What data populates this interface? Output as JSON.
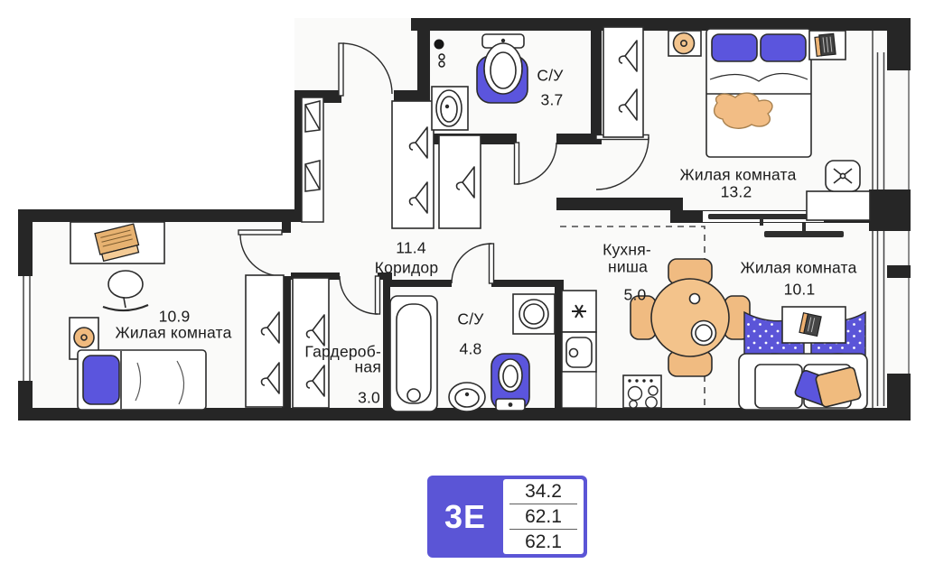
{
  "rooms": {
    "bedroom": {
      "name": "Жилая комната",
      "area": "13.2"
    },
    "living_right": {
      "name": "Жилая комната",
      "area": "10.1"
    },
    "room_left": {
      "name": "Жилая комната",
      "area": "10.9"
    },
    "corridor": {
      "name": "Коридор",
      "area": "11.4"
    },
    "bathroom_top": {
      "name": "С/У",
      "area": "3.7"
    },
    "bathroom_main": {
      "name": "С/У",
      "area": "4.8"
    },
    "wardrobe": {
      "name": "Гардеробная",
      "area": "3.0",
      "display_line1": "Гардероб-",
      "display_line2": "ная"
    },
    "kitchen": {
      "name": "Кухня-ниша",
      "area": "5.0",
      "display_line1": "Кухня-",
      "display_line2": "ниша"
    }
  },
  "badge": {
    "plan_type": "3Е",
    "values": [
      "34.2",
      "62.1",
      "62.1"
    ]
  },
  "colors": {
    "walls": "#262626",
    "accent": "#5b55d8",
    "wood": "#f2c28d",
    "badge": "#5b55d6"
  }
}
